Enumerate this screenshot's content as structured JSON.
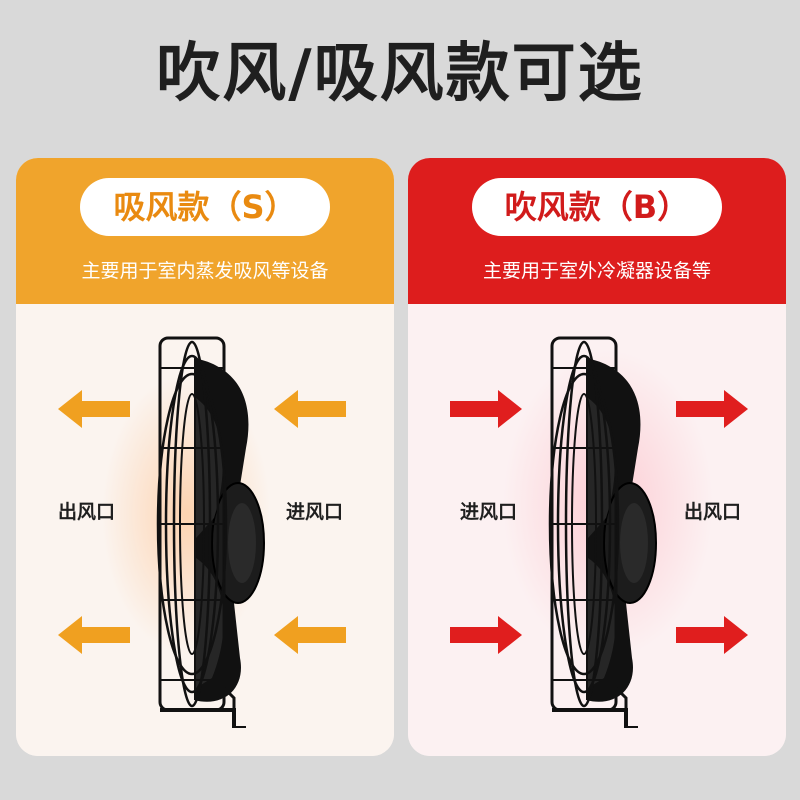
{
  "title": "吹风/吸风款可选",
  "cards": {
    "left": {
      "badge": "吸风款（S）",
      "description": "主要用于室内蒸发吸风等设备",
      "outlet_label": "出风口",
      "inlet_label": "进风口",
      "accent_color": "#f0a42c",
      "arrow_color": "#f0a020",
      "arrow_direction": "left"
    },
    "right": {
      "badge": "吹风款（B）",
      "description": "主要用于室外冷凝器设备等",
      "inlet_label": "进风口",
      "outlet_label": "出风口",
      "accent_color": "#dd1d1d",
      "arrow_color": "#e01e1e",
      "arrow_direction": "right"
    }
  },
  "icons": {
    "fan": "axial-fan-icon",
    "arrow_left": "arrow-left-icon",
    "arrow_right": "arrow-right-icon"
  }
}
